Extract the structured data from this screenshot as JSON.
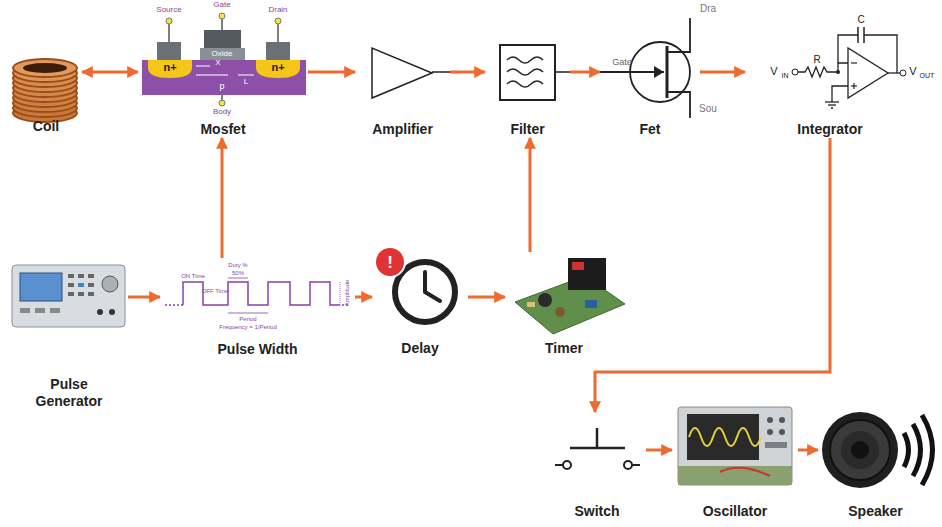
{
  "diagram": {
    "nodes": [
      {
        "text": [
          "Coil"
        ]
      },
      {
        "text": [
          "Mosfet"
        ]
      },
      {
        "text": [
          "Amplifier"
        ]
      },
      {
        "text": [
          "Filter"
        ]
      },
      {
        "text": [
          "Fet"
        ]
      },
      {
        "text": [
          "Integrator"
        ]
      },
      {
        "text": [
          "Pulse Generator"
        ]
      },
      {
        "text": [
          "Pulse Width"
        ]
      },
      {
        "text": [
          "Delay"
        ]
      },
      {
        "text": [
          "Timer"
        ]
      },
      {
        "text": [
          "Switch"
        ]
      },
      {
        "text": [
          "Oscillator"
        ]
      },
      {
        "text": [
          "Speaker"
        ]
      }
    ],
    "edges": [
      {
        "from": 0,
        "to": 1,
        "arrow": "both"
      },
      {
        "from": 1,
        "to": 2,
        "arrow": "to"
      },
      {
        "from": 2,
        "to": 3,
        "arrow": "to"
      },
      {
        "from": 3,
        "to": 4,
        "arrow": "to"
      },
      {
        "from": 4,
        "to": 5,
        "arrow": "to"
      },
      {
        "from": 6,
        "to": 7,
        "arrow": "to"
      },
      {
        "from": 7,
        "to": 1,
        "arrow": "to"
      },
      {
        "from": 7,
        "to": 8,
        "arrow": "to"
      },
      {
        "from": 8,
        "to": 9,
        "arrow": "to"
      },
      {
        "from": 9,
        "to": 3,
        "arrow": "to"
      },
      {
        "from": 5,
        "to": 10,
        "arrow": "to"
      },
      {
        "from": 10,
        "to": 11,
        "arrow": "to"
      },
      {
        "from": 11,
        "to": 12,
        "arrow": "to"
      }
    ],
    "labels": [
      "Source",
      "Gate",
      "Drain",
      "Oxide",
      "n+",
      "X",
      "n+",
      "p",
      "L",
      "Body",
      "Gate",
      "Dra",
      "Sou",
      "V",
      "IN",
      "R",
      "C",
      "V",
      "OUT",
      "ON Time",
      "Duty %",
      "50%",
      "OFF Time",
      "Period",
      "Frequency = 1/Period",
      "Amplitude",
      "!"
    ]
  }
}
